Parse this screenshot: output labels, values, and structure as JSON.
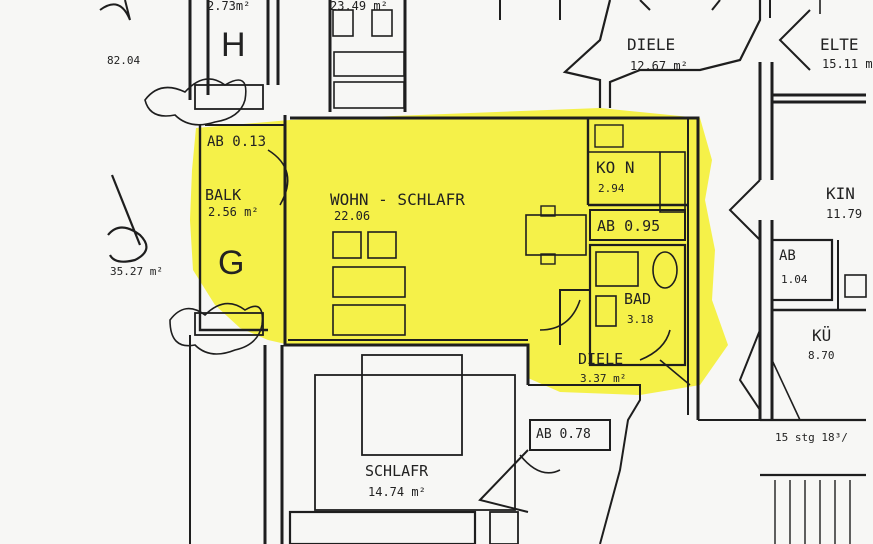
{
  "labels": {
    "area_top_left": "2.73m²",
    "area_top_mid": "23.49 m²",
    "dim_left": "82.04",
    "block_h": "H",
    "diele_top_name": "DIELE",
    "diele_top_area": "12.67 m²",
    "elte_name": "ELTE",
    "elte_area": "15.11 m",
    "ab_top": "AB 0.13",
    "koen_name": "KO N",
    "koen_area": "2.94",
    "balk_name": "BALK",
    "balk_area": "2.56 m²",
    "wohn_name": "WOHN - SCHLAFR",
    "wohn_area": "22.06",
    "ab_mid": "AB 0.95",
    "kind_name": "KIN",
    "kind_area": "11.79",
    "block_g": "G",
    "dim_left_2": "35.27 m²",
    "ab_right": "AB",
    "ab_right_area": "1.04",
    "bad_name": "BAD",
    "bad_area": "3.18",
    "kuech_name": "KÜ",
    "kuech_area": "8.70",
    "diele_bottom_name": "DIELE",
    "diele_bottom_area": "3.37 m²",
    "ab_bottom": "AB 0.78",
    "stair_note": "15 stg 18³/",
    "schlafr_name": "SCHLAFR",
    "schlafr_area": "14.74 m²"
  },
  "colors": {
    "highlight": "#f4f02a",
    "ink": "#1e1e1e",
    "paper": "#f7f7f5"
  }
}
